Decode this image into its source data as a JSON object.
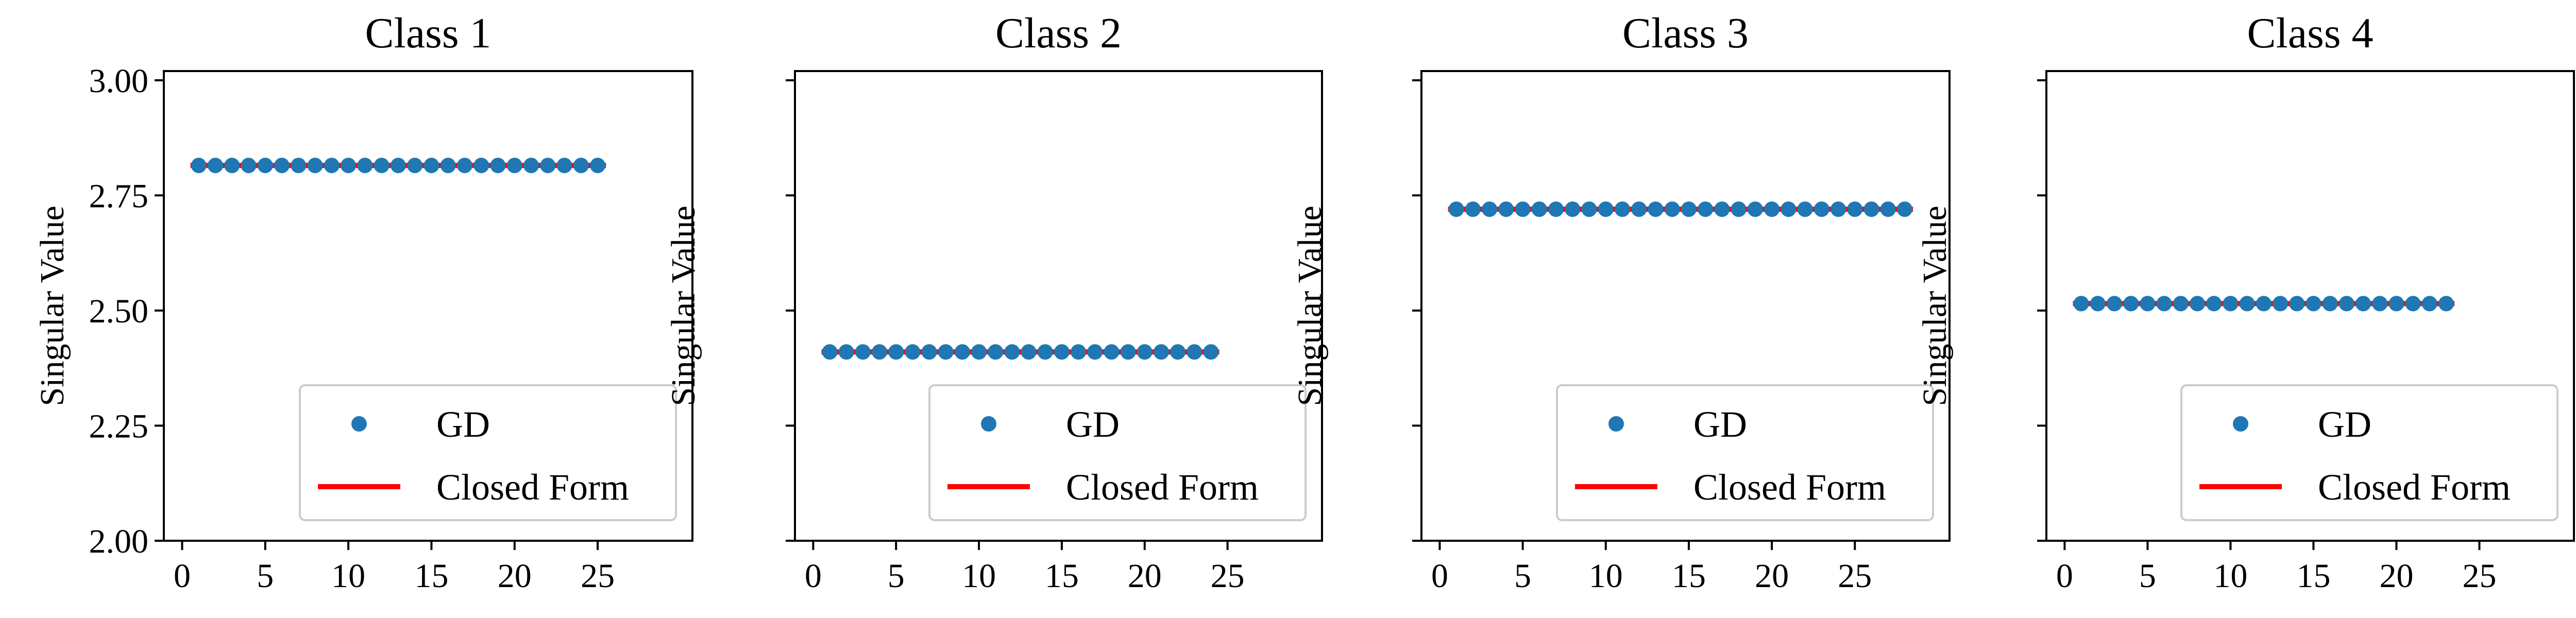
{
  "colors": {
    "gd_marker": "#1f77b4",
    "closed_form_line": "#ff0000",
    "axes": "#000000",
    "legend_border": "#cccccc"
  },
  "chart_data": [
    {
      "type": "scatter",
      "title": "Class 1",
      "xlabel": "",
      "ylabel": "Singular Value",
      "xlim": [
        -1.1,
        30.7
      ],
      "ylim": [
        2.0,
        3.02
      ],
      "xticks": [
        0,
        5,
        10,
        15,
        20,
        25
      ],
      "xtick_labels": [
        "0",
        "5",
        "10",
        "15",
        "20",
        "25"
      ],
      "yticks": [
        2.0,
        2.25,
        2.5,
        2.75,
        3.0
      ],
      "ytick_labels": [
        "2.00",
        "2.25",
        "2.50",
        "2.75",
        "3.00"
      ],
      "grid": false,
      "legend_position": "lower-right",
      "series": [
        {
          "name": "GD",
          "kind": "scatter",
          "x_start": 1,
          "x_end": 25,
          "y": 2.815
        },
        {
          "name": "Closed Form",
          "kind": "line",
          "x": [
            0.5,
            25.5
          ],
          "y": [
            2.815,
            2.815
          ]
        }
      ]
    },
    {
      "type": "scatter",
      "title": "Class 2",
      "xlabel": "",
      "ylabel": "Singular Value",
      "xlim": [
        -1.1,
        30.7
      ],
      "ylim": [
        2.0,
        3.02
      ],
      "xticks": [
        0,
        5,
        10,
        15,
        20,
        25
      ],
      "xtick_labels": [
        "0",
        "5",
        "10",
        "15",
        "20",
        "25"
      ],
      "yticks": [
        2.0,
        2.25,
        2.5,
        2.75,
        3.0
      ],
      "ytick_labels": [
        "",
        "",
        "",
        "",
        ""
      ],
      "grid": false,
      "legend_position": "lower-right",
      "series": [
        {
          "name": "GD",
          "kind": "scatter",
          "x_start": 1,
          "x_end": 24,
          "y": 2.41
        },
        {
          "name": "Closed Form",
          "kind": "line",
          "x": [
            0.5,
            24.5
          ],
          "y": [
            2.41,
            2.41
          ]
        }
      ]
    },
    {
      "type": "scatter",
      "title": "Class 3",
      "xlabel": "",
      "ylabel": "Singular Value",
      "xlim": [
        -1.1,
        30.7
      ],
      "ylim": [
        2.0,
        3.02
      ],
      "xticks": [
        0,
        5,
        10,
        15,
        20,
        25
      ],
      "xtick_labels": [
        "0",
        "5",
        "10",
        "15",
        "20",
        "25"
      ],
      "yticks": [
        2.0,
        2.25,
        2.5,
        2.75,
        3.0
      ],
      "ytick_labels": [
        "",
        "",
        "",
        "",
        ""
      ],
      "grid": false,
      "legend_position": "lower-right",
      "series": [
        {
          "name": "GD",
          "kind": "scatter",
          "x_start": 1,
          "x_end": 28,
          "y": 2.72
        },
        {
          "name": "Closed Form",
          "kind": "line",
          "x": [
            0.5,
            28.5
          ],
          "y": [
            2.72,
            2.72
          ]
        }
      ]
    },
    {
      "type": "scatter",
      "title": "Class 4",
      "xlabel": "",
      "ylabel": "Singular Value",
      "xlim": [
        -1.1,
        30.7
      ],
      "ylim": [
        2.0,
        3.02
      ],
      "xticks": [
        0,
        5,
        10,
        15,
        20,
        25
      ],
      "xtick_labels": [
        "0",
        "5",
        "10",
        "15",
        "20",
        "25"
      ],
      "yticks": [
        2.0,
        2.25,
        2.5,
        2.75,
        3.0
      ],
      "ytick_labels": [
        "",
        "",
        "",
        "",
        ""
      ],
      "grid": false,
      "legend_position": "lower-right",
      "series": [
        {
          "name": "GD",
          "kind": "scatter",
          "x_start": 1,
          "x_end": 23,
          "y": 2.515
        },
        {
          "name": "Closed Form",
          "kind": "line",
          "x": [
            0.5,
            23.5
          ],
          "y": [
            2.515,
            2.515
          ]
        }
      ]
    }
  ]
}
